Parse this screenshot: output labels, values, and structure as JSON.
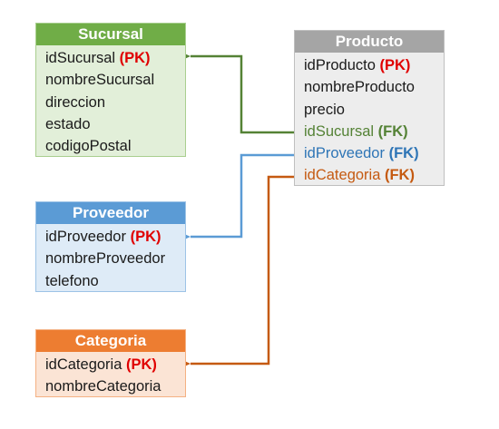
{
  "tables": {
    "sucursal": {
      "title": "Sucursal",
      "fields": [
        {
          "name": "idSucursal",
          "key": "(PK)"
        },
        {
          "name": "nombreSucursal",
          "key": ""
        },
        {
          "name": "direccion",
          "key": ""
        },
        {
          "name": "estado",
          "key": ""
        },
        {
          "name": "codigoPostal",
          "key": ""
        }
      ]
    },
    "proveedor": {
      "title": "Proveedor",
      "fields": [
        {
          "name": "idProveedor",
          "key": "(PK)"
        },
        {
          "name": "nombreProveedor",
          "key": ""
        },
        {
          "name": "telefono",
          "key": ""
        }
      ]
    },
    "categoria": {
      "title": "Categoria",
      "fields": [
        {
          "name": "idCategoria",
          "key": "(PK)"
        },
        {
          "name": "nombreCategoria",
          "key": ""
        }
      ]
    },
    "producto": {
      "title": "Producto",
      "fields": [
        {
          "name": "idProducto",
          "key": "(PK)"
        },
        {
          "name": "nombreProducto",
          "key": ""
        },
        {
          "name": "precio",
          "key": ""
        },
        {
          "name": "idSucursal",
          "key": "(FK)"
        },
        {
          "name": "idProveedor",
          "key": "(FK)"
        },
        {
          "name": "idCategoria",
          "key": "(FK)"
        }
      ]
    }
  },
  "relations": [
    {
      "from": "producto.idSucursal",
      "to": "sucursal.idSucursal",
      "color": "#548235"
    },
    {
      "from": "producto.idProveedor",
      "to": "proveedor.idProveedor",
      "color": "#5b9bd5"
    },
    {
      "from": "producto.idCategoria",
      "to": "categoria.idCategoria",
      "color": "#c55a11"
    }
  ],
  "colors": {
    "pk": "#e00000",
    "sucursal_header": "#70ad47",
    "proveedor_header": "#5b9bd5",
    "categoria_header": "#ed7d31",
    "producto_header": "#a5a5a5"
  }
}
